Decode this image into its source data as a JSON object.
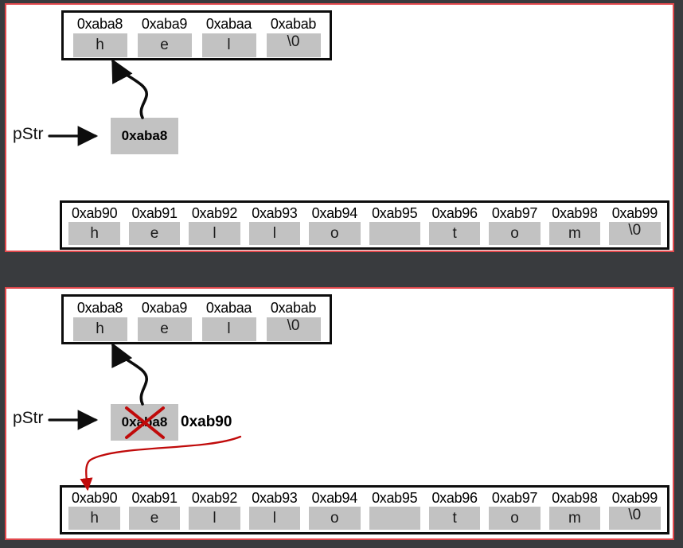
{
  "colors": {
    "background": "#393b3e",
    "panel_bg": "#ffffff",
    "panel_border": "#e1484c",
    "cell_fill": "#c2c2c2",
    "annotation_red": "#c00a0a",
    "line_black": "#0d0d0d"
  },
  "panels": [
    {
      "id": "before",
      "pointer": {
        "label": "pStr",
        "value": "0xaba8"
      },
      "small_array": [
        {
          "address": "0xaba8",
          "value": "h"
        },
        {
          "address": "0xaba9",
          "value": "e"
        },
        {
          "address": "0xabaa",
          "value": "l"
        },
        {
          "address": "0xabab",
          "value": "\\0"
        }
      ],
      "large_array": [
        {
          "address": "0xab90",
          "value": "h"
        },
        {
          "address": "0xab91",
          "value": "e"
        },
        {
          "address": "0xab92",
          "value": "l"
        },
        {
          "address": "0xab93",
          "value": "l"
        },
        {
          "address": "0xab94",
          "value": "o"
        },
        {
          "address": "0xab95",
          "value": ""
        },
        {
          "address": "0xab96",
          "value": "t"
        },
        {
          "address": "0xab97",
          "value": "o"
        },
        {
          "address": "0xab98",
          "value": "m"
        },
        {
          "address": "0xab99",
          "value": "\\0"
        }
      ]
    },
    {
      "id": "after",
      "pointer": {
        "label": "pStr",
        "value": "0xaba8",
        "crossed_out": true,
        "new_value": "0xab90"
      },
      "small_array": [
        {
          "address": "0xaba8",
          "value": "h"
        },
        {
          "address": "0xaba9",
          "value": "e"
        },
        {
          "address": "0xabaa",
          "value": "l"
        },
        {
          "address": "0xabab",
          "value": "\\0"
        }
      ],
      "large_array": [
        {
          "address": "0xab90",
          "value": "h"
        },
        {
          "address": "0xab91",
          "value": "e"
        },
        {
          "address": "0xab92",
          "value": "l"
        },
        {
          "address": "0xab93",
          "value": "l"
        },
        {
          "address": "0xab94",
          "value": "o"
        },
        {
          "address": "0xab95",
          "value": ""
        },
        {
          "address": "0xab96",
          "value": "t"
        },
        {
          "address": "0xab97",
          "value": "o"
        },
        {
          "address": "0xab98",
          "value": "m"
        },
        {
          "address": "0xab99",
          "value": "\\0"
        }
      ]
    }
  ]
}
